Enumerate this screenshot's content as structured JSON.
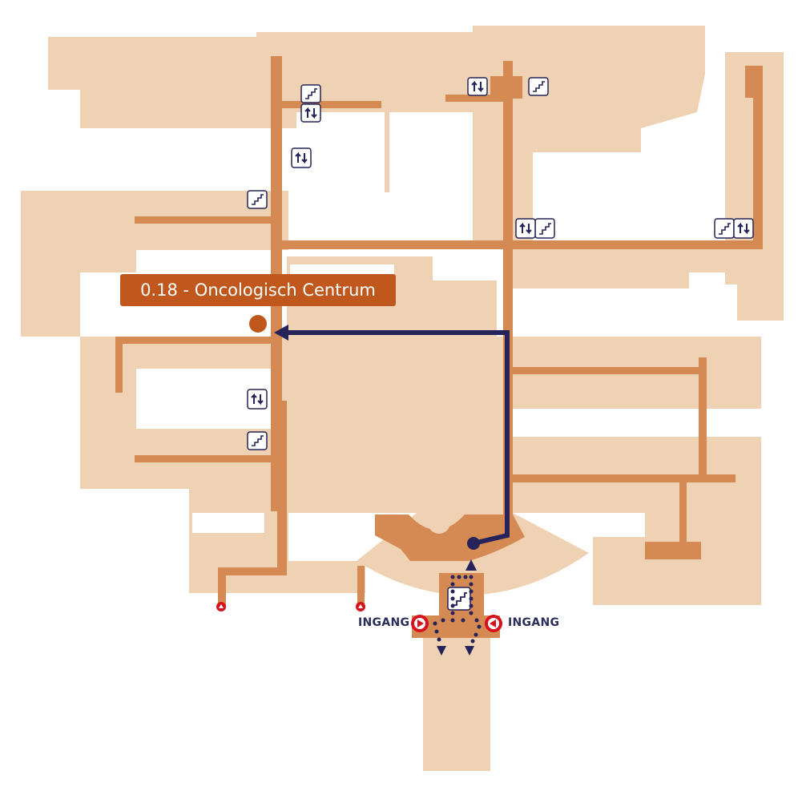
{
  "destination": {
    "label": "0.18 - Oncologisch Centrum"
  },
  "entrances": [
    {
      "label": "INGANG"
    },
    {
      "label": "INGANG"
    }
  ],
  "colors": {
    "building": "#efd1b3",
    "corridor": "#d48a52",
    "plaza": "#efd1b3",
    "route": "#25235a",
    "destination": "#c0581e",
    "entrance_marker": "#d7121c"
  },
  "icons": [
    "stairs-icon",
    "elevator-icon",
    "entrance-arrow-icon",
    "emergency-exit-icon",
    "destination-marker-icon"
  ]
}
